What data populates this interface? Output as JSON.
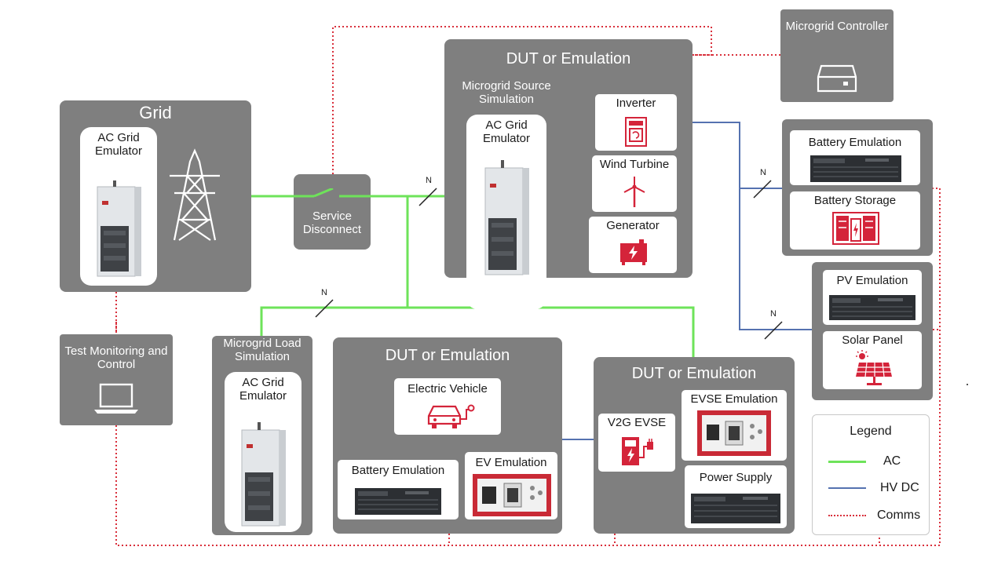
{
  "grid": {
    "title": "Grid",
    "emulator": "AC Grid Emulator"
  },
  "service_disconnect": {
    "label": "Service Disconnect"
  },
  "source_dut": {
    "title": "DUT or Emulation",
    "subtitle": "Microgrid Source Simulation",
    "emulator": "AC Grid Emulator",
    "items": [
      {
        "label": "Inverter",
        "icon": "inverter-icon"
      },
      {
        "label": "Wind Turbine",
        "icon": "wind-turbine-icon"
      },
      {
        "label": "Generator",
        "icon": "generator-icon"
      }
    ]
  },
  "controller": {
    "label": "Microgrid Controller",
    "icon": "controller-box-icon"
  },
  "battery_group": {
    "emulation": "Battery Emulation",
    "storage": "Battery Storage"
  },
  "pv_group": {
    "emulation": "PV Emulation",
    "panel": "Solar Panel"
  },
  "test_monitoring": {
    "label": "Test Monitoring and Control",
    "icon": "laptop-icon"
  },
  "load_sim": {
    "title": "Microgrid Load Simulation",
    "emulator": "AC Grid Emulator"
  },
  "ev_dut": {
    "title": "DUT or Emulation",
    "vehicle": "Electric Vehicle",
    "battery": "Battery Emulation",
    "ev_emulation": "EV Emulation"
  },
  "evse_dut": {
    "title": "DUT or Emulation",
    "v2g": "V2G EVSE",
    "evse_emulation": "EVSE Emulation",
    "power_supply": "Power Supply"
  },
  "legend": {
    "title": "Legend",
    "items": [
      {
        "label": "AC",
        "color": "#6ee35a",
        "style": "solid"
      },
      {
        "label": "HV DC",
        "color": "#5572b0",
        "style": "solid"
      },
      {
        "label": "Comms",
        "color": "#d9303c",
        "style": "dotted"
      }
    ]
  },
  "wire_markers": {
    "n_label": "N"
  },
  "colors": {
    "ac": "#6ee35a",
    "dc": "#5572b0",
    "comms": "#d9303c",
    "panel": "#7f7f7f",
    "accent_red": "#d4243a"
  }
}
